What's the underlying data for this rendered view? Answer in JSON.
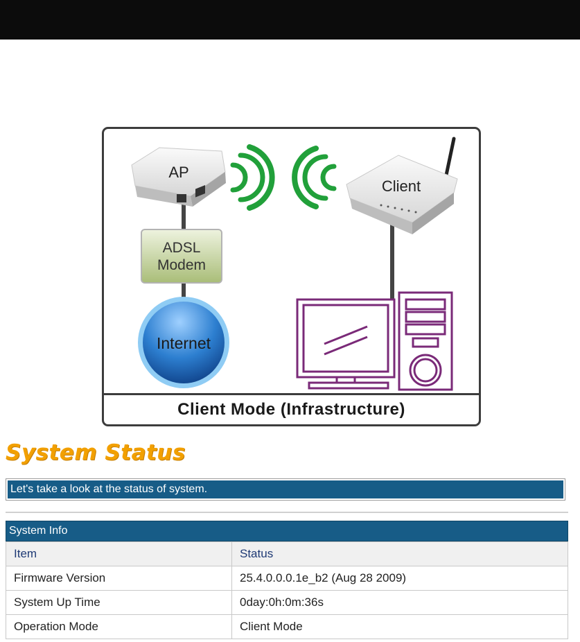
{
  "diagram": {
    "ap_label": "AP",
    "client_label": "Client",
    "modem_line1": "ADSL",
    "modem_line2": "Modem",
    "internet_label": "Internet",
    "caption": "Client Mode (Infrastructure)"
  },
  "page": {
    "title": "System Status",
    "intro": "Let's take a look at the status of system."
  },
  "system_info": {
    "heading": "System Info",
    "columns": [
      "Item",
      "Status"
    ],
    "rows": [
      [
        "Firmware Version",
        "25.4.0.0.0.1e_b2 (Aug 28 2009)"
      ],
      [
        "System Up Time",
        "0day:0h:0m:36s"
      ],
      [
        "Operation Mode",
        "Client Mode"
      ]
    ]
  },
  "colors": {
    "title": "#f2a000",
    "header_bar": "#175c87",
    "signal_green": "#21a03a",
    "computer_purple": "#7a2a78",
    "internet_blue": "#2d7fd0"
  }
}
